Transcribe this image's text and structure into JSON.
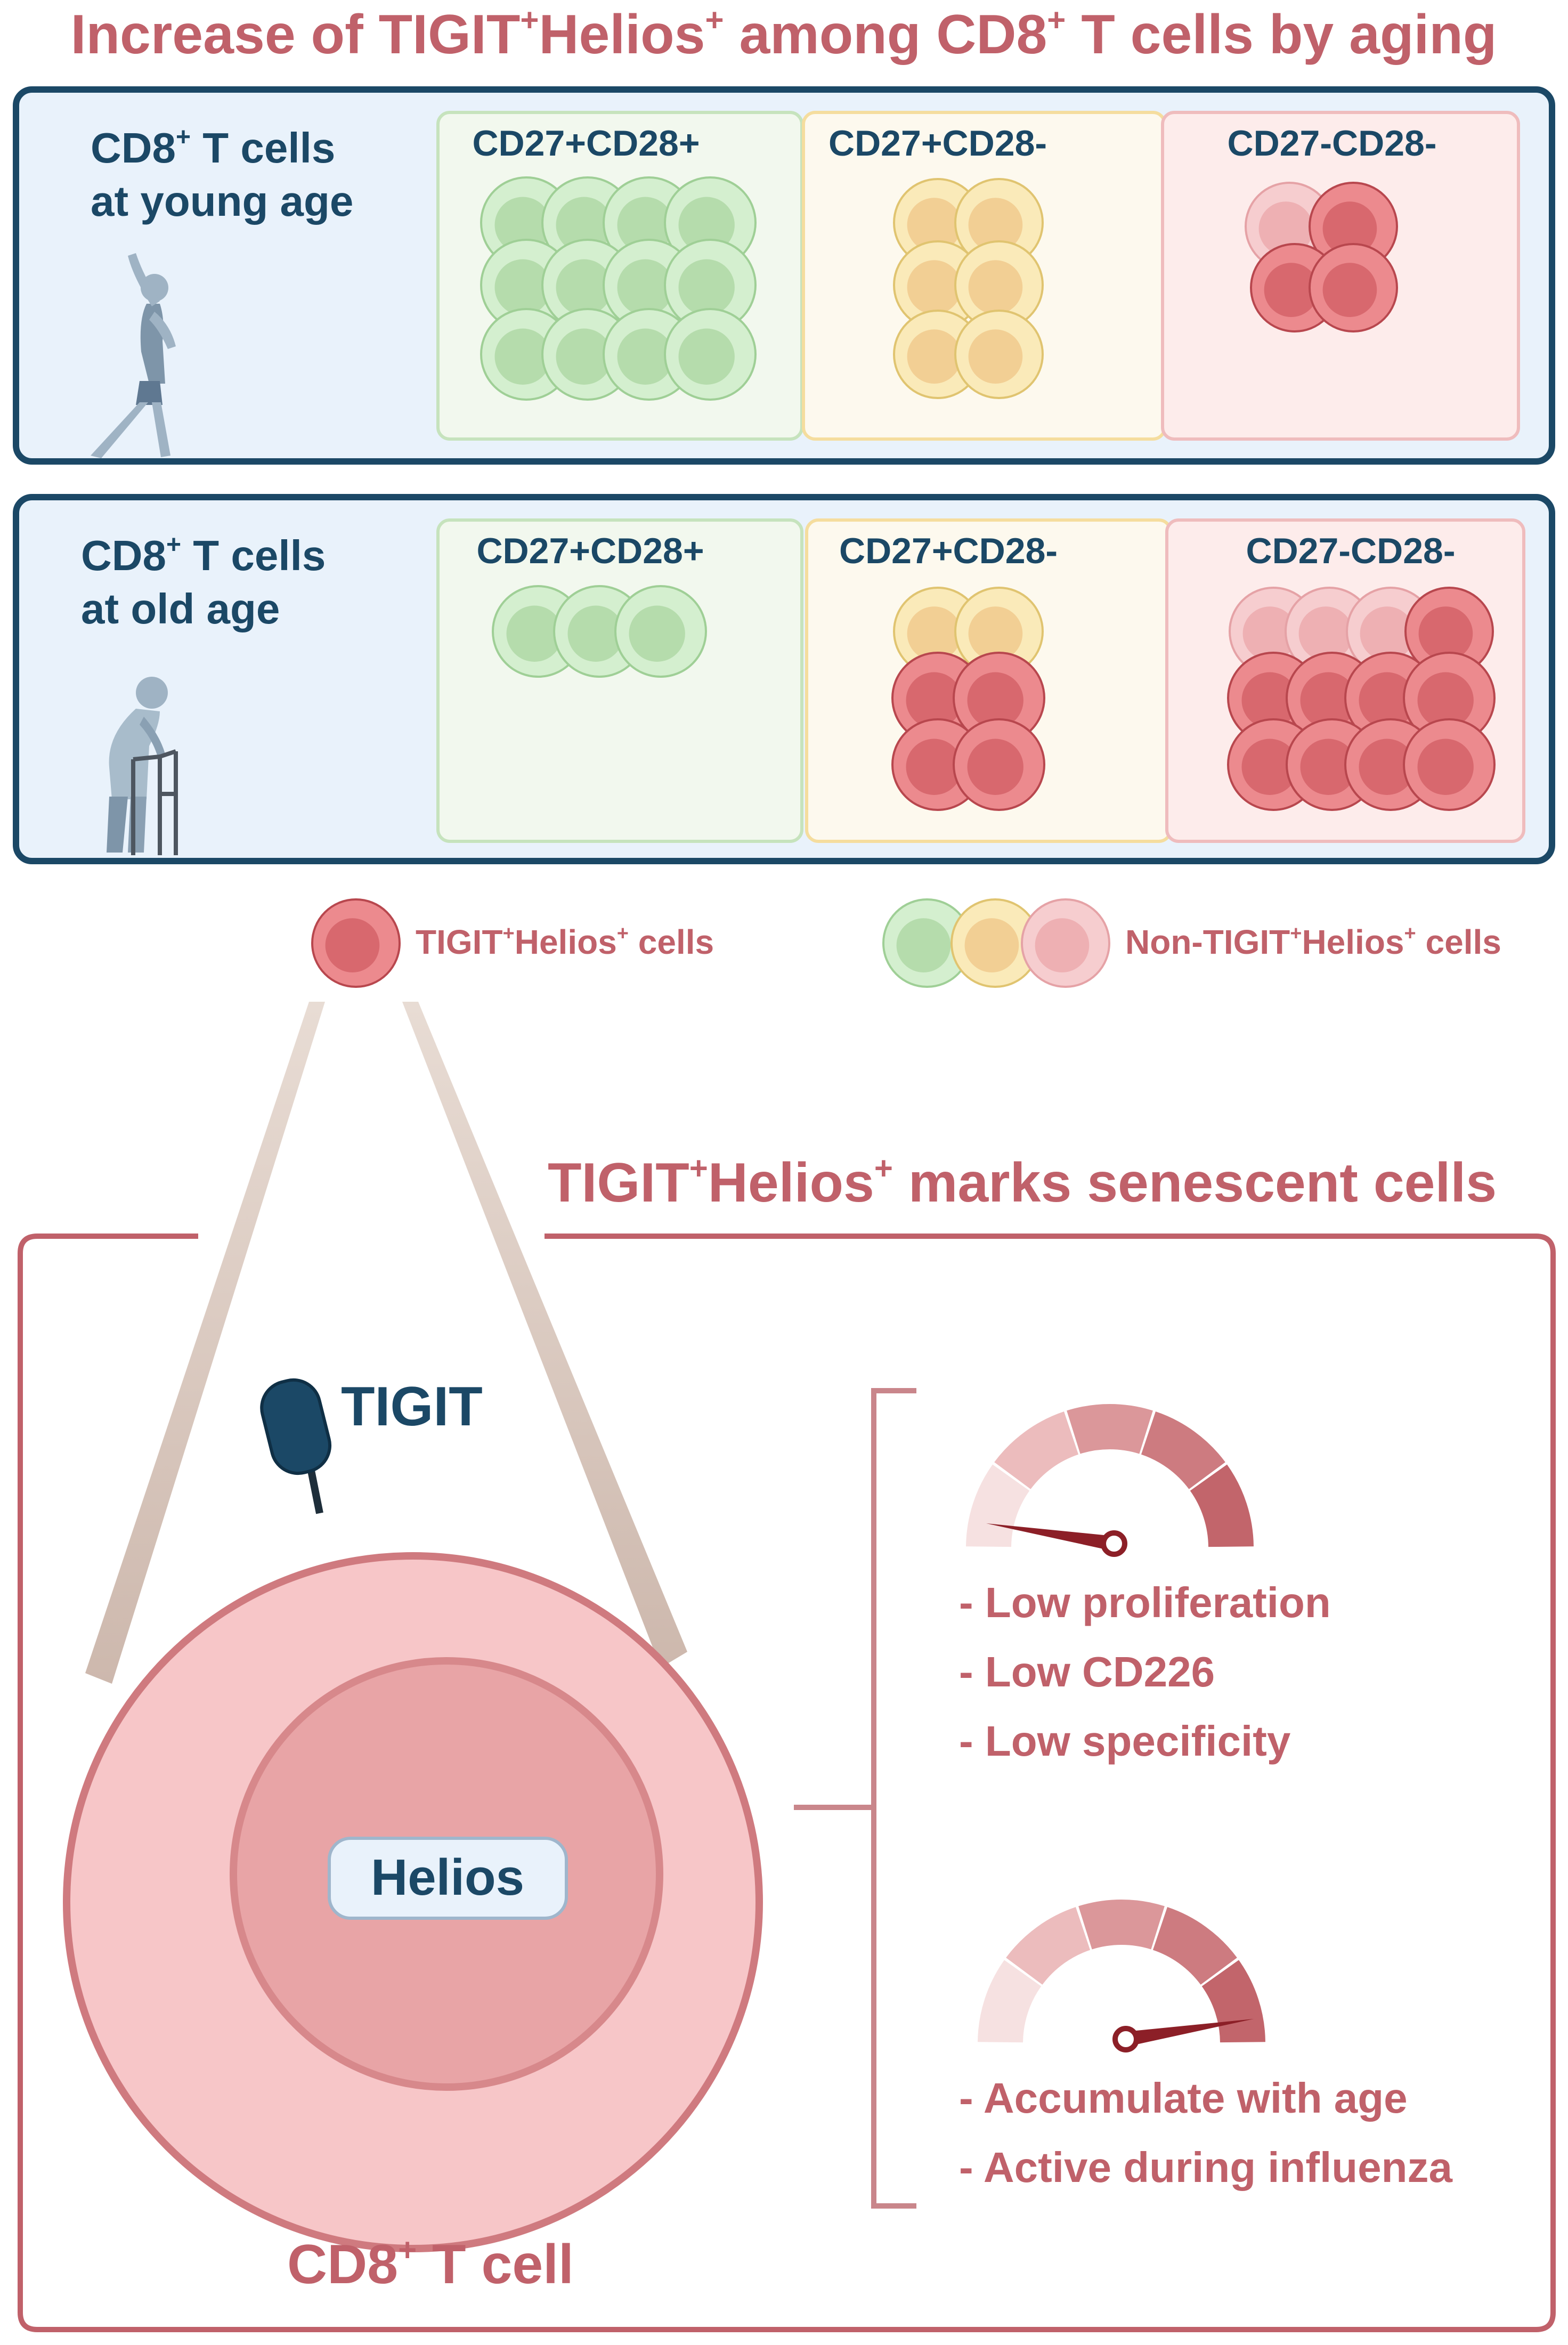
{
  "title": {
    "prefix": "Increase of TIGIT",
    "sup1": "+",
    "mid": "Helios",
    "sup2": "+",
    "middle2": " among CD8",
    "sup3": "+",
    "suffix": " T cells by aging"
  },
  "young_panel": {
    "line1": "CD8",
    "line1_sup": "+",
    "line1_rest": " T cells",
    "line2": "at young age",
    "columns": [
      "CD27+CD28+",
      "CD27+CD28-",
      "CD27-CD28-"
    ]
  },
  "old_panel": {
    "line1": "CD8",
    "line1_sup": "+",
    "line1_rest": " T cells",
    "line2": "at old age",
    "columns": [
      "CD27+CD28+",
      "CD27+CD28-",
      "CD27-CD28-"
    ]
  },
  "legend": {
    "tigit_pre": "TIGIT",
    "tigit_sup1": "+",
    "tigit_mid": "Helios",
    "tigit_sup2": "+",
    "tigit_post": " cells",
    "non_pre": "Non-TIGIT",
    "non_sup1": "+",
    "non_mid": "Helios",
    "non_sup2": "+",
    "non_post": " cells"
  },
  "section2": {
    "pre": "TIGIT",
    "sup1": "+",
    "mid": "Helios",
    "sup2": "+",
    "post": " marks senescent cells"
  },
  "cell": {
    "tigit_label": "TIGIT",
    "helios_label": "Helios",
    "caption": "CD8",
    "caption_sup": "+",
    "caption_rest": " T cell"
  },
  "gauge1": {
    "level": 0.05,
    "bullets": [
      "- Low proliferation",
      "- Low CD226",
      "- Low specificity"
    ]
  },
  "gauge2": {
    "level": 0.95,
    "bullets": [
      "- Accumulate with age",
      "- Active during influenza"
    ]
  },
  "colors": {
    "accent": "#c0616a",
    "navy": "#1b4866",
    "panel_bg": "#e9f2fb",
    "tigit_cell": "#e27b80",
    "green_cell": "#c9e8c4",
    "yellow_cell": "#f8dfa6",
    "pink_cell": "#f4c4c6"
  }
}
